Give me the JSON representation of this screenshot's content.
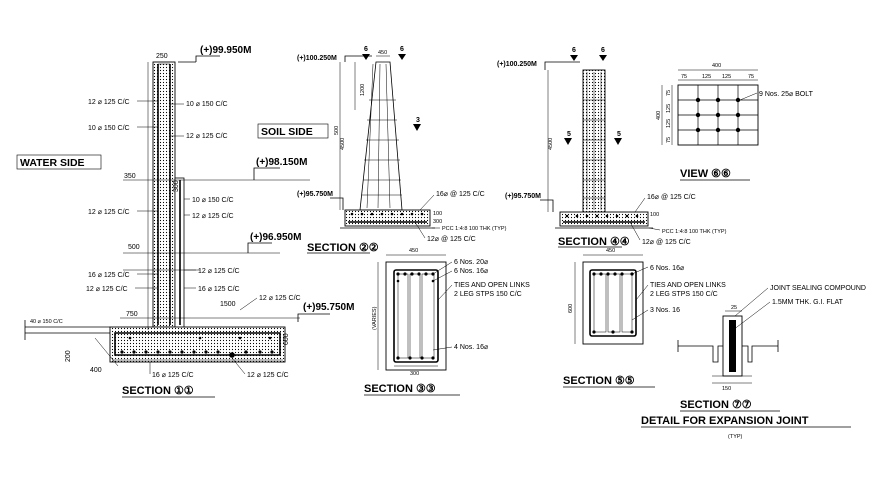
{
  "section11": {
    "title": "SECTION ①①",
    "water_side": "WATER SIDE",
    "soil_side": "SOIL SIDE",
    "top_width": "250",
    "levels": {
      "top": "(+)99.950M",
      "mid1": "(+)98.150M",
      "mid2": "(+)96.950M",
      "base": "(+)95.750M"
    },
    "dims": {
      "d350": "350",
      "d300": "300",
      "d500": "500",
      "d750": "750",
      "d1500": "1500",
      "d600": "600",
      "d400": "400",
      "d200": "200"
    },
    "left_rebar": [
      "12 ⌀ 125 C/C",
      "10 ⌀ 150 C/C",
      "12 ⌀ 125 C/C",
      "16 ⌀ 125 C/C",
      "12 ⌀ 125 C/C"
    ],
    "right_rebar": [
      "10 ⌀ 150 C/C",
      "12 ⌀ 125 C/C",
      "10 ⌀ 150 C/C",
      "12 ⌀ 125 C/C",
      "12 ⌀ 125 C/C",
      "16 ⌀ 125 C/C",
      "12 ⌀ 125 C/C"
    ],
    "bottom_rebar": [
      "16 ⌀ 125 C/C",
      "12 ⌀ 125 C/C"
    ],
    "pcc_note": "40 ⌀ 150 C/C"
  },
  "section22": {
    "title": "SECTION ②②",
    "level_top": "(+)100.250M",
    "level_base": "(+)95.750M",
    "rebar": "16⌀ @ 125 C/C",
    "pcc": "PCC 1:4:8 100 THK (TYP)",
    "rebar2": "12⌀ @ 125 C/C",
    "dims": {
      "top": "450",
      "h1": "1200",
      "h2": "4500",
      "h3": "500",
      "b1": "100",
      "b2": "300"
    }
  },
  "section44": {
    "title": "SECTION ④④",
    "level_top": "(+)100.250M",
    "level_base": "(+)95.750M",
    "rebar": "16⌀ @ 125 C/C",
    "pcc": "PCC 1:4:8 100 THK (TYP)",
    "rebar2": "12⌀ @ 125 C/C",
    "dims": {
      "h1": "4500",
      "b1": "100"
    }
  },
  "view66": {
    "title": "VIEW ⑥⑥",
    "bolt": "9 Nos. 25⌀ BOLT",
    "dims_top": [
      "75",
      "125",
      "125",
      "75"
    ],
    "dim_total": "400",
    "dims_side": [
      "75",
      "125",
      "125",
      "75"
    ],
    "side_total": "400"
  },
  "section33": {
    "title": "SECTION ③③",
    "width": "450",
    "height": "(VARIES)",
    "bars_top1": "6 Nos. 20⌀",
    "bars_top2": "6 Nos. 16⌀",
    "ties": [
      "TIES AND OPEN LINKS",
      "2 LEG STPS 150 C/C"
    ],
    "bars_bottom": "4 Nos. 16⌀",
    "bottom_dim": "300"
  },
  "section55": {
    "title": "SECTION ⑤⑤",
    "width": "450",
    "height": "600",
    "bars_top": "6 Nos. 16⌀",
    "ties": [
      "TIES AND OPEN LINKS",
      "2 LEG STPS 150 C/C"
    ],
    "bars_bottom": "3 Nos. 16"
  },
  "section77": {
    "title": "SECTION ⑦⑦",
    "subtitle": "DETAIL FOR EXPANSION JOINT",
    "note": "(TYP)",
    "joint": "JOINT SEALING COMPOUND",
    "flat": "1.5MM THK. G.I. FLAT",
    "dim_top": "25",
    "dim_bottom": "150"
  }
}
